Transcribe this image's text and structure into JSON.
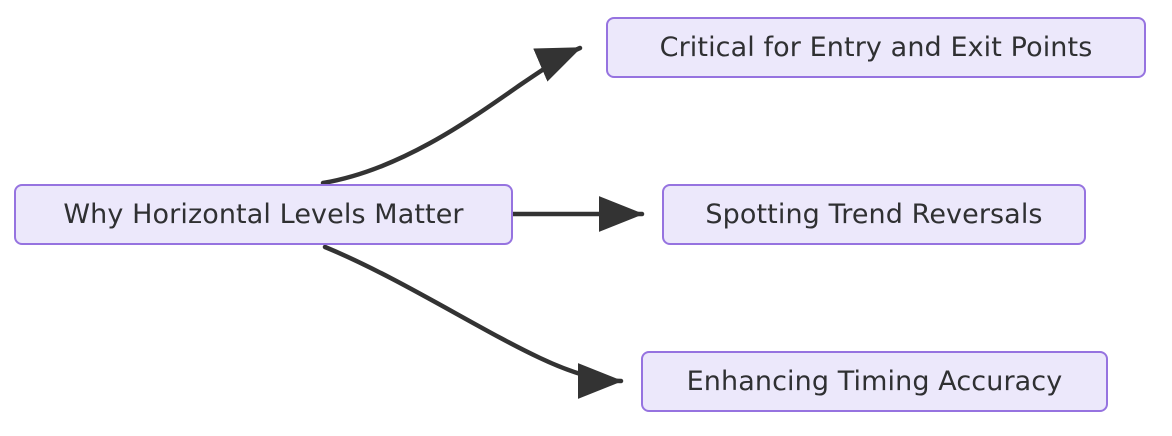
{
  "diagram": {
    "type": "flowchart",
    "direction": "left-to-right",
    "background_color": "#ffffff",
    "node_fill_color": "#ece8fb",
    "node_border_color": "#9673e0",
    "node_text_color": "#2f3032",
    "edge_color": "#333333",
    "nodes": [
      {
        "id": "root",
        "label": "Why Horizontal Levels Matter"
      },
      {
        "id": "entry",
        "label": "Critical for Entry and Exit Points"
      },
      {
        "id": "trend",
        "label": "Spotting Trend Reversals"
      },
      {
        "id": "timing",
        "label": "Enhancing Timing Accuracy"
      }
    ],
    "edges": [
      {
        "from": "root",
        "to": "entry",
        "style": "curved",
        "arrow": "triangle"
      },
      {
        "from": "root",
        "to": "trend",
        "style": "straight",
        "arrow": "triangle"
      },
      {
        "from": "root",
        "to": "timing",
        "style": "curved",
        "arrow": "triangle"
      }
    ]
  }
}
